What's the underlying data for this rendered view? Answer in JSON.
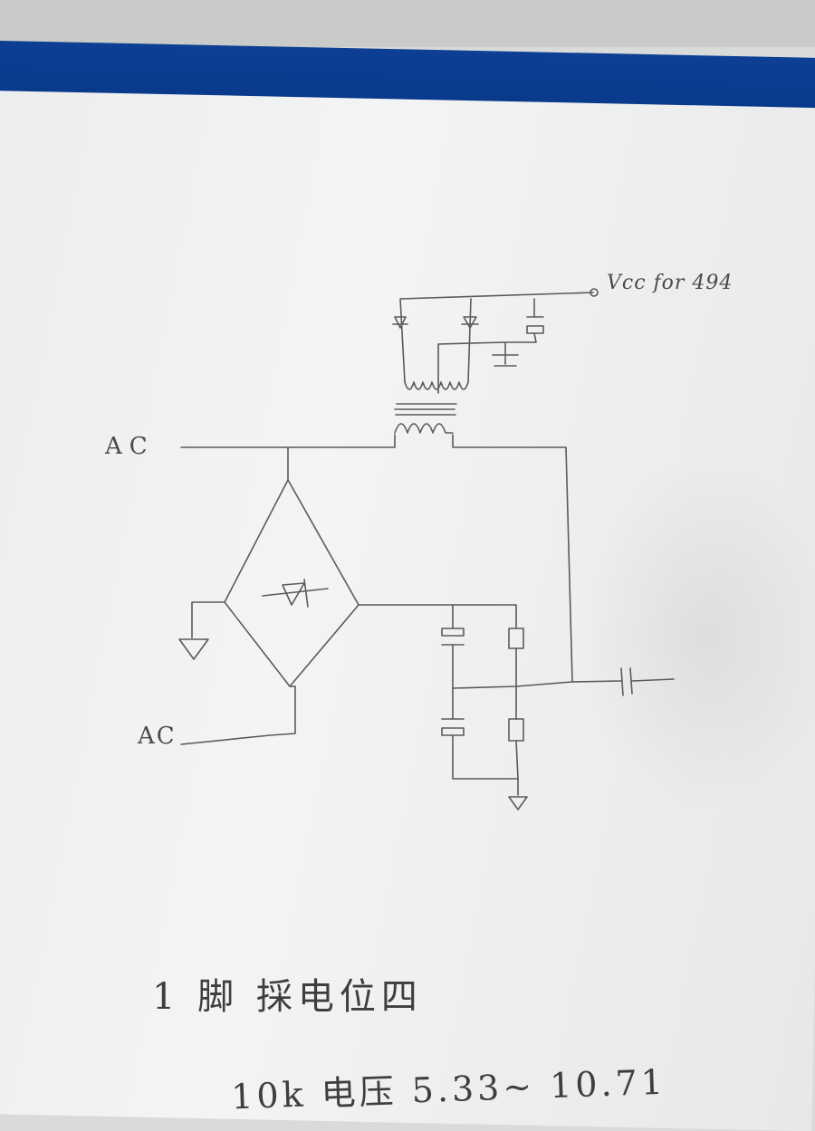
{
  "labels": {
    "ac_top": "AC",
    "ac_bottom": "AC",
    "vcc": "Vcc for 494"
  },
  "notes": {
    "line1": "1 脚 採电位四",
    "line2": "10k 电压 5.33~ 10.71"
  },
  "colors": {
    "ink": "#5a5a5a",
    "folder": "#0d3f94",
    "paper": "#f0f1f1"
  }
}
